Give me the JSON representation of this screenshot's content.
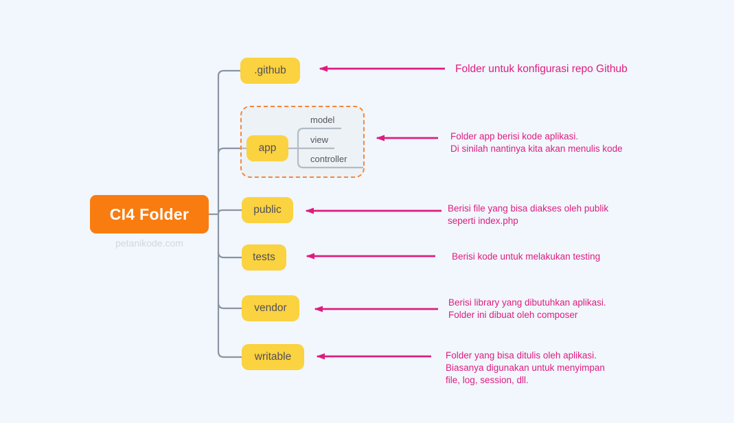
{
  "diagram": {
    "root": {
      "label": "CI4 Folder"
    },
    "watermark": "petanikode.com",
    "folders": [
      {
        "label": ".github",
        "annotation": "Folder untuk konfigurasi repo Github"
      },
      {
        "label": "app",
        "annotation": "Folder app berisi kode aplikasi.\nDi sinilah nantinya kita akan menulis kode",
        "children": [
          "model",
          "view",
          "controller"
        ]
      },
      {
        "label": "public",
        "annotation": "Berisi file yang bisa diakses oleh publik\nseperti index.php"
      },
      {
        "label": "tests",
        "annotation": "Berisi kode untuk melakukan testing"
      },
      {
        "label": "vendor",
        "annotation": "Berisi library yang dibutuhkan aplikasi.\nFolder ini dibuat oleh composer"
      },
      {
        "label": "writable",
        "annotation": "Folder yang bisa ditulis oleh aplikasi.\nBiasanya digunakan untuk menyimpan\nfile, log, session, dll."
      }
    ],
    "colors": {
      "background": "#F1F7FC",
      "root_orange": "#F97C10",
      "folder_yellow": "#FBD240",
      "annotation_pink": "#DF1B80",
      "connector_gray": "#8B94A3",
      "dashed_border_orange": "#F6863B"
    }
  }
}
